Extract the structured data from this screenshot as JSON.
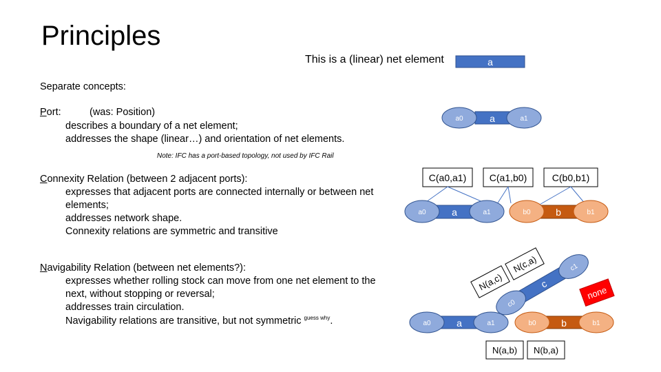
{
  "slide": {
    "title": "Principles",
    "intro_text": "This is a (linear) net element",
    "separate": "Separate concepts:",
    "port": {
      "first": "P",
      "rest": "ort:",
      "was": "(was: Position)",
      "lines": [
        "describes a boundary of a net element;",
        "addresses the shape (linear…) and orientation of net elements."
      ],
      "note": "Note: IFC has a port-based topology, not used by IFC Rail"
    },
    "connexity": {
      "first": "C",
      "rest": "onnexity Relation (between 2 adjacent ports):",
      "lines": [
        "expresses that adjacent ports are connected internally or between net",
        "elements;",
        "addresses network shape.",
        "Connexity relations are symmetric and transitive"
      ]
    },
    "navigability": {
      "first": "N",
      "rest": "avigability Relation (between net elements?):",
      "lines": [
        "expresses whether rolling stock can move from one net element to the",
        "next, without stopping or reversal;",
        "addresses train circulation."
      ],
      "last_line": "Navigability relations are transitive, but not symmetric",
      "superscript": "guess why",
      "period": "."
    }
  },
  "diagram": {
    "element_label_a": "a",
    "element_label_b": "b",
    "element_label_c": "c",
    "ports": {
      "a0": "a0",
      "a1": "a1",
      "b0": "b0",
      "b1": "b1",
      "c0": "c0",
      "c1": "c1"
    },
    "connexity_boxes": [
      "C(a0,a1)",
      "C(a1,b0)",
      "C(b0,b1)"
    ],
    "nav_boxes_rotated": [
      "N(a,c)",
      "N(c,a)"
    ],
    "nav_boxes": [
      "N(a,b)",
      "N(b,a)"
    ],
    "none_label": "none",
    "colors": {
      "element_blue": "#4472c4",
      "port_blue": "#8faadc",
      "element_orange": "#c55a11",
      "port_orange": "#f4b183",
      "none_red": "#ff0000"
    }
  }
}
